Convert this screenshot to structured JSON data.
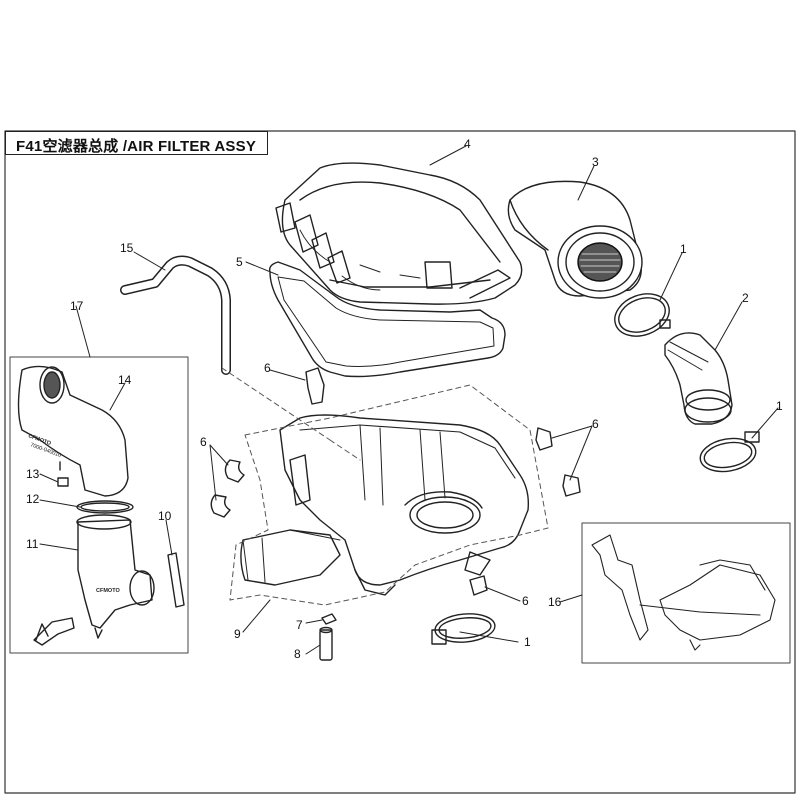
{
  "title": "F41空滤器总成 /AIR FILTER ASSY",
  "callouts": {
    "c1a": "1",
    "c1b": "1",
    "c1c": "1",
    "c2": "2",
    "c3": "3",
    "c4": "4",
    "c5": "5",
    "c6a": "6",
    "c6b": "6",
    "c6c": "6",
    "c6d": "6",
    "c7": "7",
    "c8": "8",
    "c9": "9",
    "c10": "10",
    "c11": "11",
    "c12": "12",
    "c13": "13",
    "c14": "14",
    "c15": "15",
    "c16": "16",
    "c17": "17"
  },
  "duct_markings": {
    "brand": "CFMOTO",
    "part_no": "7000-040010",
    "brand_lower": "CFMOTO"
  },
  "colors": {
    "line": "#222222",
    "frame": "#333333",
    "dash": "#555555"
  }
}
